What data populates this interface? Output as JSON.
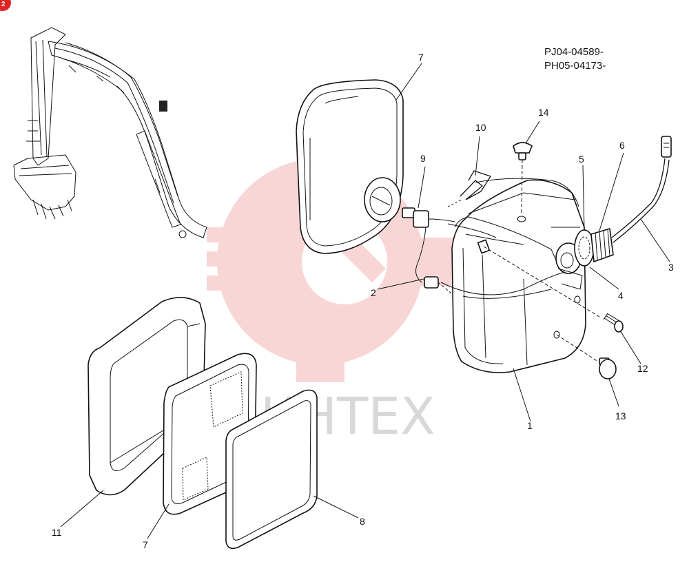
{
  "page_badge": "2",
  "part_code": {
    "line1": "PJ04-04589-",
    "line2": "PH05-04173-"
  },
  "watermark_text": "ИНТЕХ",
  "colors": {
    "watermark_logo": "#f7c9c9",
    "watermark_text": "#d8d8d8",
    "badge": "#e02424",
    "line": "#111111"
  },
  "callouts": {
    "c1": "1",
    "c2": "2",
    "c3": "3",
    "c4": "4",
    "c5": "5",
    "c6": "6",
    "c7_top": "7",
    "c7_bottom": "7",
    "c8": "8",
    "c9": "9",
    "c10": "10",
    "c11": "11",
    "c12": "12",
    "c13": "13",
    "c14": "14"
  }
}
